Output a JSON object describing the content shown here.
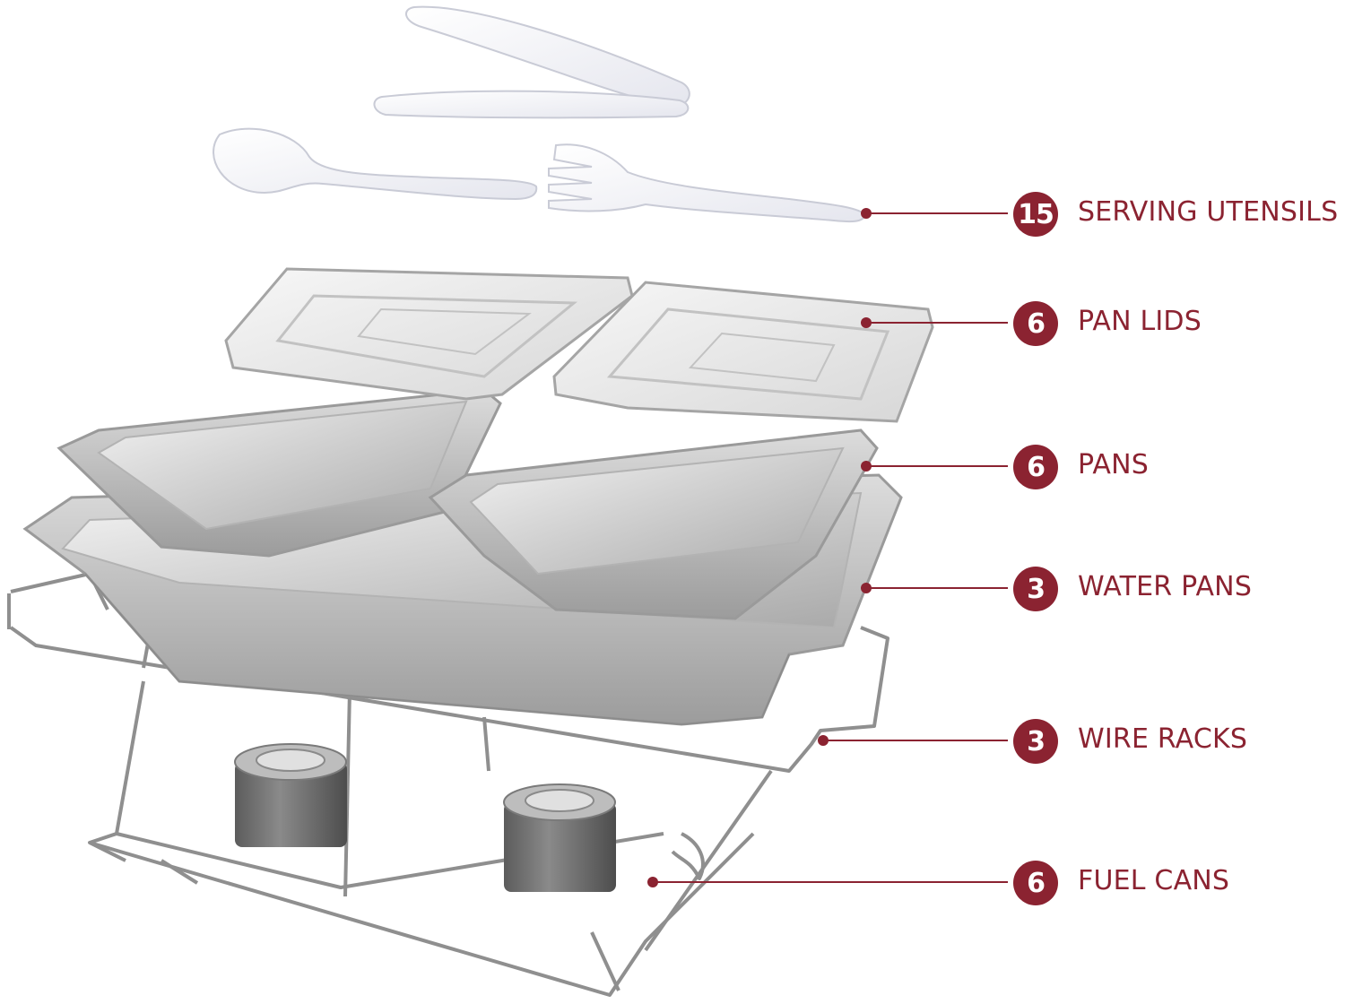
{
  "brand_color": "#8b2331",
  "items": [
    {
      "count": "15",
      "label": "SERVING UTENSILS",
      "icon": "utensils"
    },
    {
      "count": "6",
      "label": "PAN LIDS",
      "icon": "pan-lid"
    },
    {
      "count": "6",
      "label": "PANS",
      "icon": "pan"
    },
    {
      "count": "3",
      "label": "WATER PANS",
      "icon": "water-pan"
    },
    {
      "count": "3",
      "label": "WIRE RACKS",
      "icon": "wire-rack"
    },
    {
      "count": "6",
      "label": "FUEL CANS",
      "icon": "fuel-can"
    }
  ]
}
